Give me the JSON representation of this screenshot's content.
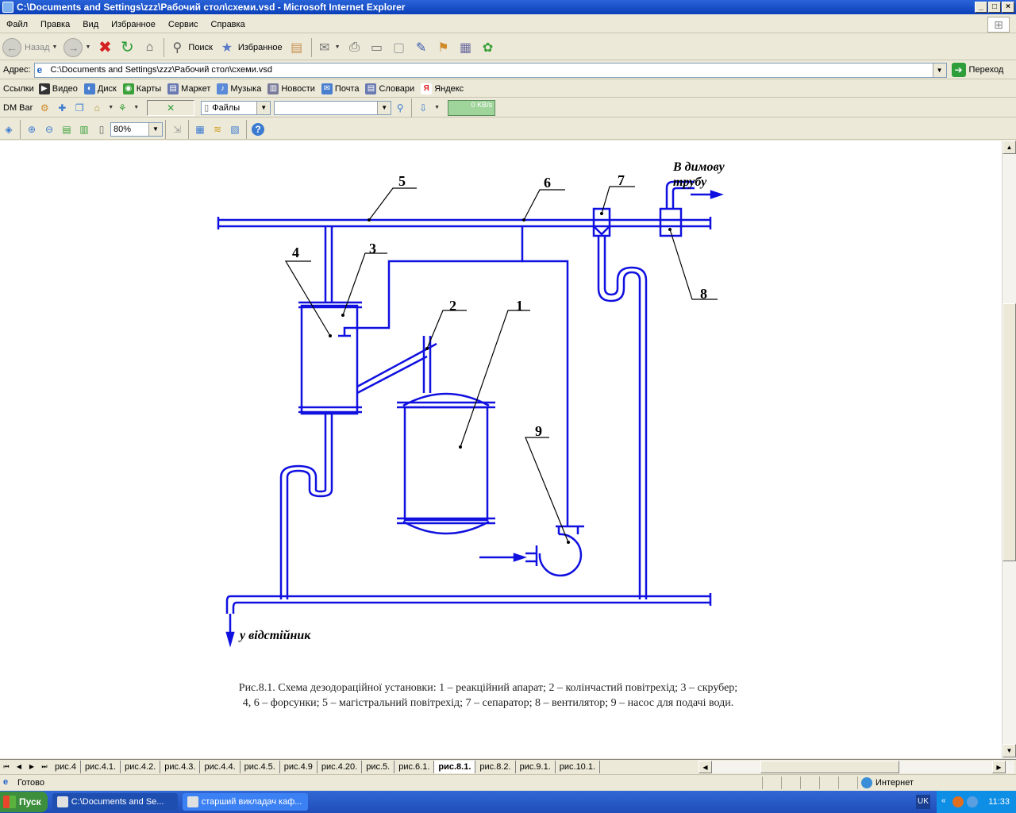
{
  "window": {
    "title": "C:\\Documents and Settings\\zzz\\Рабочий стол\\схеми.vsd - Microsoft Internet Explorer",
    "controls": {
      "minimize": "_",
      "maximize": "□",
      "close": "×"
    }
  },
  "menu": {
    "items": [
      "Файл",
      "Правка",
      "Вид",
      "Избранное",
      "Сервис",
      "Справка"
    ]
  },
  "toolbar": {
    "back": "Назад",
    "search": "Поиск",
    "favorites": "Избранное"
  },
  "address": {
    "label": "Адрес:",
    "value": "C:\\Documents and Settings\\zzz\\Рабочий стол\\схеми.vsd",
    "go": "Переход"
  },
  "links": {
    "label": "Ссылки",
    "items": [
      "Видео",
      "Диск",
      "Карты",
      "Маркет",
      "Музыка",
      "Новости",
      "Почта",
      "Словари",
      "Яндекс"
    ]
  },
  "dmbar": {
    "label": "DM Bar",
    "files": "Файлы",
    "speed": "0 KB/s"
  },
  "viewer": {
    "zoom": "80%"
  },
  "drawing": {
    "labels": [
      "5",
      "6",
      "7",
      "8",
      "4",
      "3",
      "2",
      "1",
      "9"
    ],
    "to_chimney_1": "В димову",
    "to_chimney_2": "трубу",
    "to_settler": "у відстійник",
    "caption_line1": "Рис.8.1. Схема дезодораційної установки: 1 – реакційний апарат; 2 – колінчастий повітрехід; 3 – скрубер;",
    "caption_line2": "4, 6 – форсунки; 5 – магістральний повітрехід; 7 – сепаратор; 8 – вентилятор; 9 – насос для подачі води."
  },
  "sheet_tabs": {
    "items": [
      "рис.4",
      "рис.4.1.",
      "рис.4.2.",
      "рис.4.3.",
      "рис.4.4.",
      "рис.4.5.",
      "рис.4.9",
      "рис.4.20.",
      "рис.5.",
      "рис.6.1.",
      "рис.8.1.",
      "рис.8.2.",
      "рис.9.1.",
      "рис.10.1."
    ],
    "active": "рис.8.1."
  },
  "status": {
    "text": "Готово",
    "zone": "Интернет"
  },
  "taskbar": {
    "start": "Пуск",
    "tasks": [
      "C:\\Documents and Se...",
      "старший викладач каф..."
    ],
    "lang": "UK",
    "time": "11:33"
  },
  "colors": {
    "drawing": "#1010e0",
    "titlebar": "#0a3fb8"
  }
}
